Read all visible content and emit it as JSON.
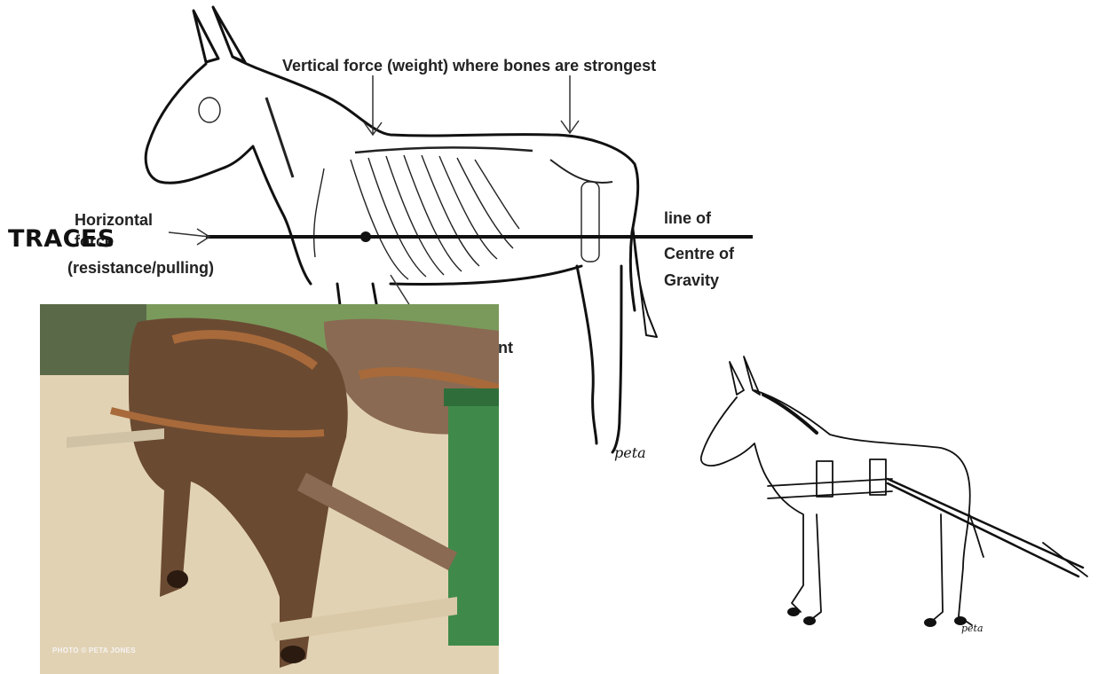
{
  "top_label": "Vertical force (weight) where bones are strongest",
  "left_label": {
    "line1": "Horizontal",
    "line2": "force",
    "line3": "(resistance/pulling)"
  },
  "right_label": {
    "line1": "line of",
    "line2": "Centre of",
    "line3": "Gravity"
  },
  "partial_label": "int",
  "title": "TRACES",
  "photo_credit": "PHOTO © PETA JONES",
  "signature": "peta",
  "colors": {
    "ink": "#111111",
    "label": "#222222",
    "cart_green": "#3f8a4a",
    "donkey_brown": "#6b4a32"
  }
}
